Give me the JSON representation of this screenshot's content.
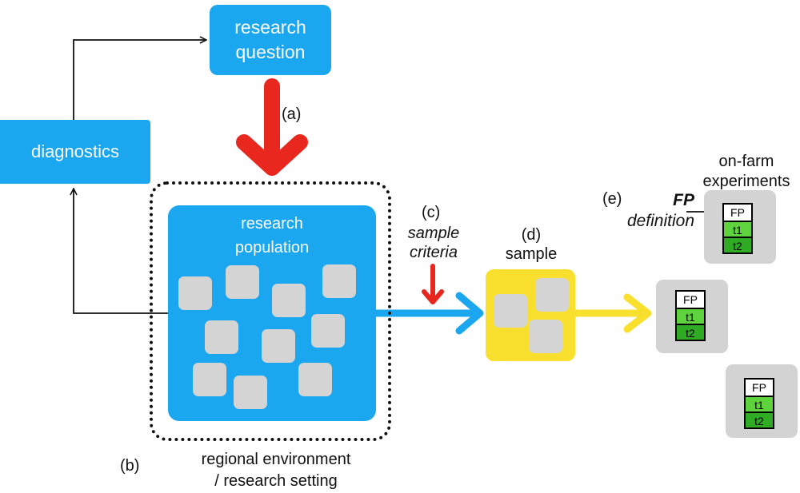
{
  "nodes": {
    "research_question": [
      "research",
      "question"
    ],
    "diagnostics": "diagnostics",
    "research_population": [
      "research",
      "population"
    ],
    "sample": "sample",
    "on_farm_experiments": [
      "on-farm",
      "experiments"
    ]
  },
  "labels": {
    "a": "(a)",
    "b": "(b)",
    "c": "(c)",
    "d": "(d)",
    "e": "(e)",
    "sample_criteria": [
      "sample",
      "criteria"
    ],
    "fp_definition": [
      "FP",
      "definition"
    ],
    "regional_environment": [
      "regional environment",
      "/ research setting"
    ]
  },
  "experiment_cells": [
    "FP",
    "t1",
    "t2"
  ],
  "colors": {
    "blue": "#1aa7f0",
    "red": "#e8271e",
    "yellow": "#f9e02e",
    "gray": "#d4d4d4",
    "green_light": "#5fd33e",
    "green_dark": "#2fac24"
  }
}
